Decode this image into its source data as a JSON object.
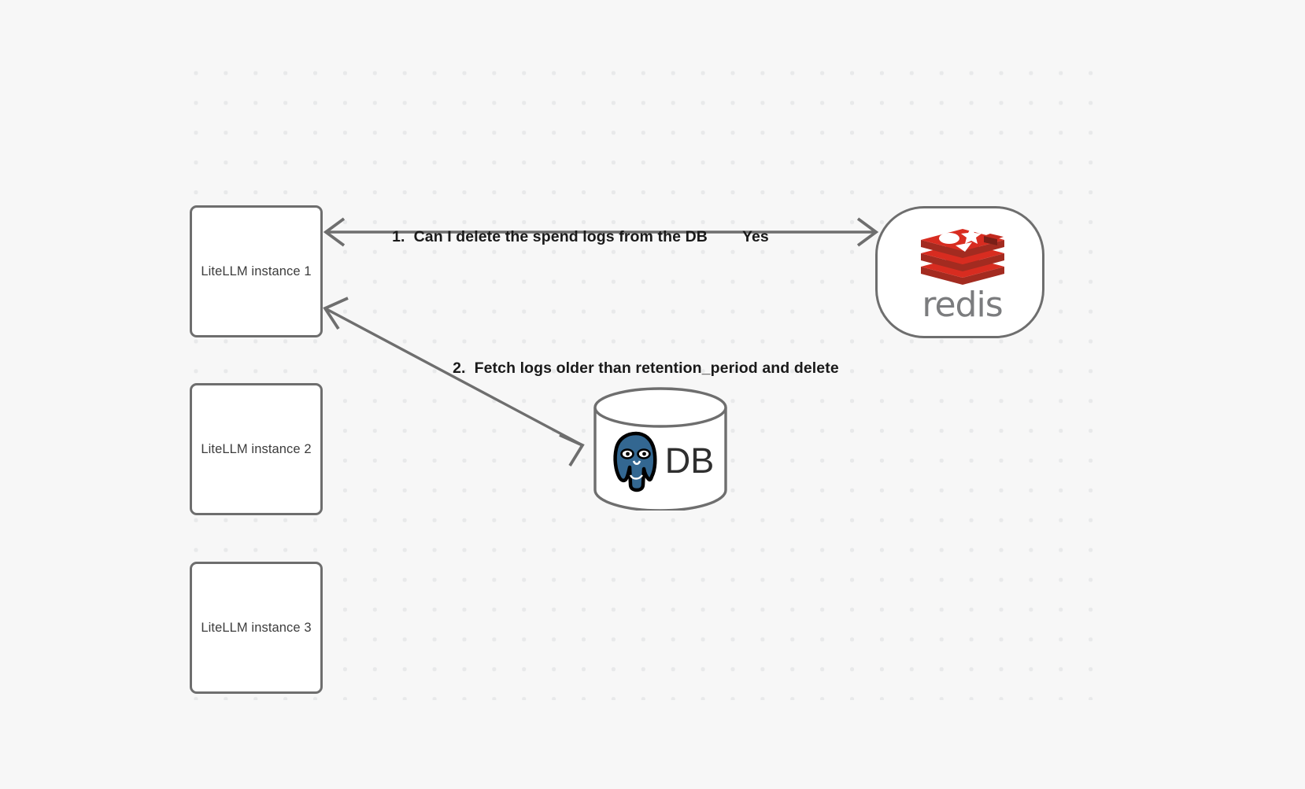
{
  "canvas": {
    "background_color": "#f7f7f7",
    "dot_color": "#e8e9ea",
    "stroke_color": "#6e6e6e",
    "text_color": "#1a1a1a"
  },
  "nodes": {
    "litellm_1": {
      "label": "LiteLLM instance 1"
    },
    "litellm_2": {
      "label": "LiteLLM instance 2"
    },
    "litellm_3": {
      "label": "LiteLLM instance 3"
    },
    "redis": {
      "wordmark": "redis",
      "icon": "redis-stack-icon",
      "brand_color": "#d82c20",
      "wordmark_color": "#7b7c7e"
    },
    "db": {
      "wordmark": "DB",
      "icon": "postgresql-elephant-icon",
      "brand_color": "#336791"
    }
  },
  "edges": {
    "edge_1": {
      "question": "1.  Can I delete the spend logs from the DB",
      "answer": "Yes"
    },
    "edge_2": {
      "label": "2.  Fetch logs older than retention_period and delete"
    }
  }
}
